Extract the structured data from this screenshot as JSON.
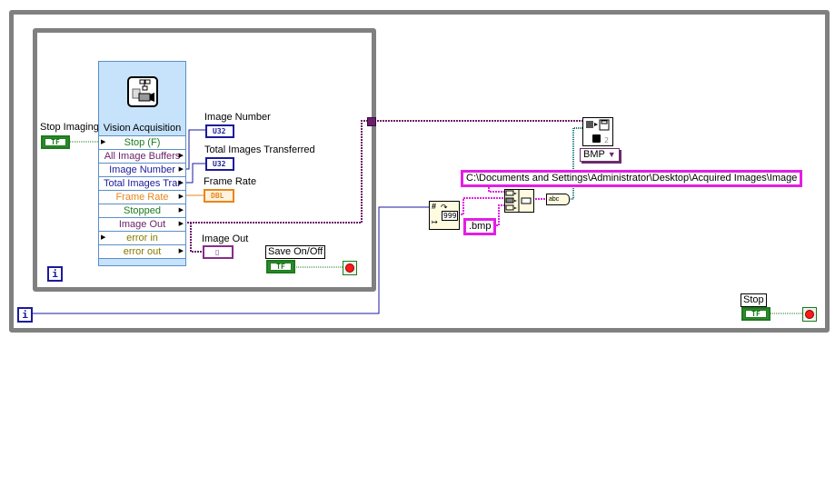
{
  "diagram": {
    "outer_loop": {
      "iteration_terminal": "i"
    },
    "inner_loop": {
      "iteration_terminal": "i"
    },
    "vision_acquisition": {
      "title": "Vision Acquisition",
      "icon": "vision-acquisition-icon",
      "terminals": [
        {
          "label": "Stop (F)",
          "color": "#1d7a1d",
          "direction": "input"
        },
        {
          "label": "All Image Buffers",
          "color": "#6b1f6b",
          "direction": "output"
        },
        {
          "label": "Image Number",
          "color": "#1a1a9c",
          "direction": "output"
        },
        {
          "label": "Total Images Trar",
          "color": "#1a1a9c",
          "direction": "output"
        },
        {
          "label": "Frame Rate",
          "color": "#e8861a",
          "direction": "output"
        },
        {
          "label": "Stopped",
          "color": "#1d7a1d",
          "direction": "output"
        },
        {
          "label": "Image Out",
          "color": "#6b1f6b",
          "direction": "output"
        },
        {
          "label": "error in",
          "color": "#8a7a00",
          "direction": "input"
        },
        {
          "label": "error out",
          "color": "#8a7a00",
          "direction": "output"
        }
      ]
    },
    "controls": {
      "stop_imaging": {
        "label": "Stop Imaging",
        "value_text": "TF"
      },
      "save_on_off": {
        "label": "Save On/Off",
        "value_text": "TF"
      },
      "stop": {
        "label": "Stop",
        "value_text": "TF"
      }
    },
    "indicators": {
      "image_number": {
        "label": "Image Number",
        "type": "U32"
      },
      "total_images_transferred": {
        "label": "Total Images Transferred",
        "type": "U32"
      },
      "frame_rate": {
        "label": "Frame Rate",
        "type": "DBL"
      },
      "image_out": {
        "label": "Image Out",
        "type": "image"
      }
    },
    "constants": {
      "path": "C:\\Documents and Settings\\Administrator\\Desktop\\Acquired Images\\Image",
      "extension": ".bmp",
      "file_type": "BMP"
    },
    "functions": {
      "format_number": {
        "name": "number-to-decimal-string",
        "display": "999"
      },
      "concatenate": {
        "name": "concatenate-strings"
      },
      "string_to_path": {
        "name": "string-to-path",
        "display": "abc"
      },
      "write_file": {
        "name": "imaq-write-file",
        "display": "2"
      }
    },
    "colors": {
      "loop_border": "#808080",
      "wire_int": "#1a1a9c",
      "wire_image": "#6b1f6b",
      "wire_string": "#e41ee4",
      "wire_path": "#1a7a7a",
      "wire_bool": "#1d7a1d",
      "wire_dbl": "#e8861a"
    }
  }
}
